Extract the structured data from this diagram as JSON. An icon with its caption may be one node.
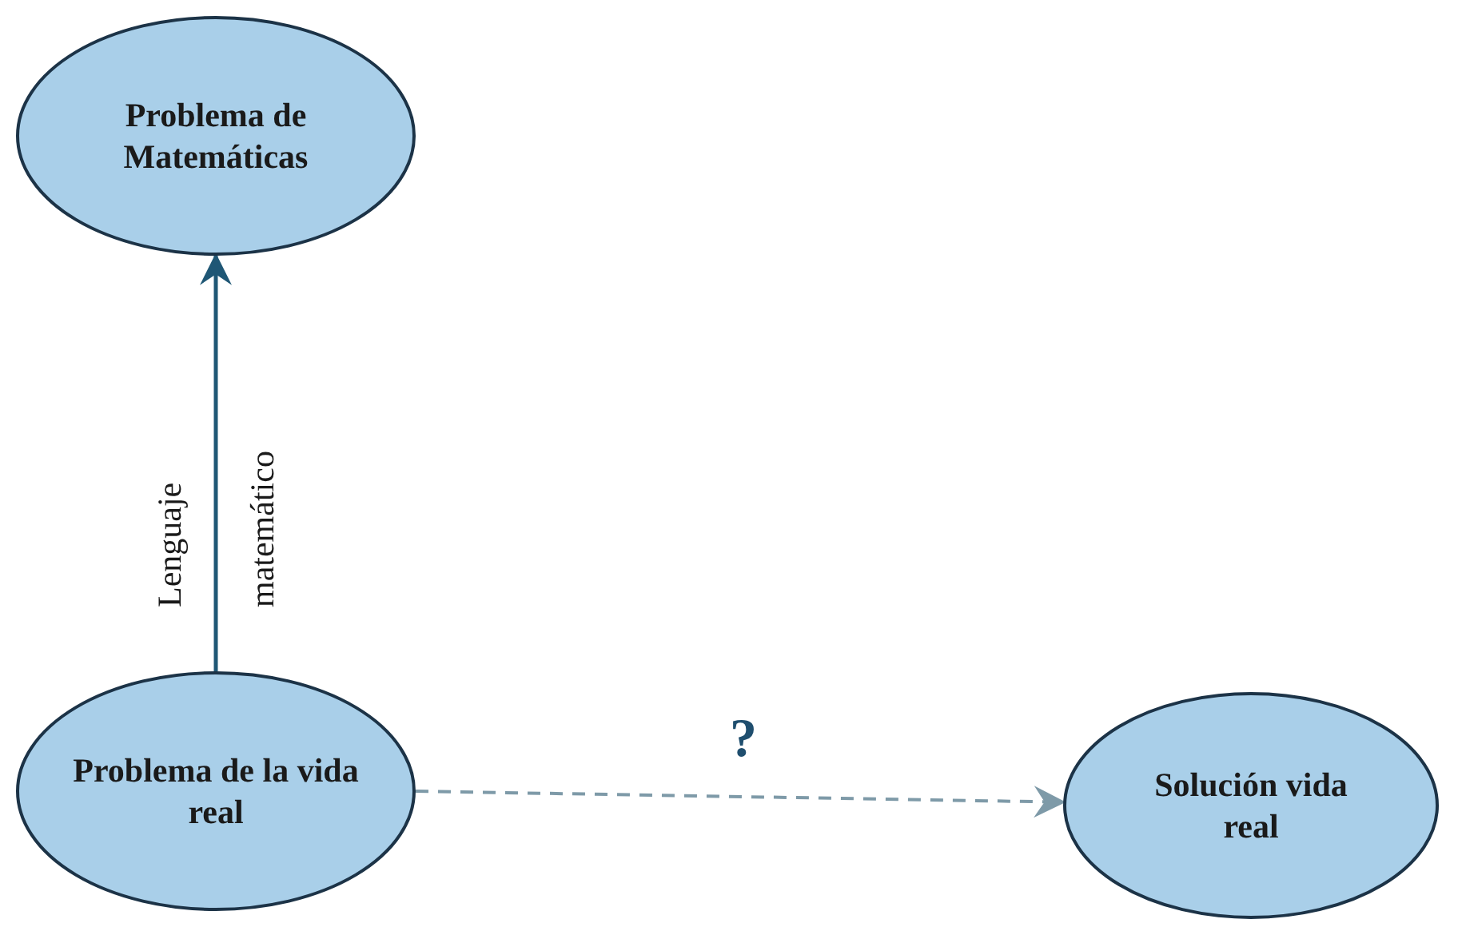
{
  "diagram": {
    "nodes": [
      {
        "text": [
          "Problema de Matemáticas"
        ]
      },
      {
        "text": [
          "Problema de la vida real"
        ]
      },
      {
        "text": [
          "Solución vida real"
        ]
      }
    ],
    "edges": [
      {
        "from": 1,
        "to": 0,
        "arrow": "to",
        "label": "Lenguaje matemático",
        "color": "#1f5775"
      },
      {
        "from": 1,
        "to": 2,
        "arrow": "to",
        "label": "?",
        "style": "dashed",
        "color": "#7e9aa8"
      }
    ]
  }
}
